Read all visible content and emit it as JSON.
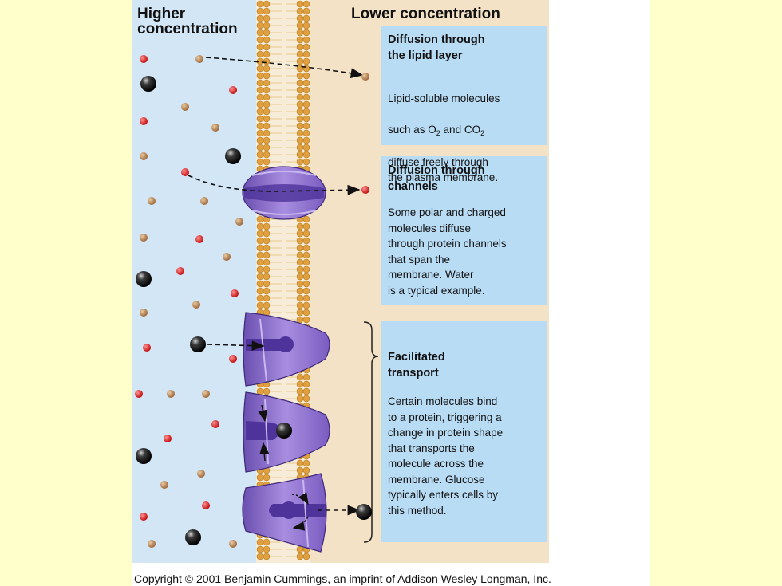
{
  "figure": {
    "left_header": "Higher\nconcentration",
    "right_header": "Lower concentration",
    "box1": {
      "title": "Diffusion through\nthe lipid layer",
      "body_line1": "Lipid-soluble molecules",
      "body_line2_pre": "such as O",
      "body_line2_sub1": "2",
      "body_line2_mid": " and CO",
      "body_line2_sub2": "2",
      "body_line3": "diffuse freely through\nthe plasma membrane."
    },
    "box2": {
      "title": "Diffusion through\nchannels",
      "body": "Some polar and charged\nmolecules diffuse\nthrough protein channels\nthat span the\nmembrane. Water\nis a typical example."
    },
    "box3": {
      "title": "Facilitated\ntransport",
      "body": "Certain molecules bind\nto a protein, triggering a\nchange in protein shape\nthat transports the\nmolecule across the\nmembrane. Glucose\ntypically enters cells by\nthis method."
    },
    "copyright": "Copyright © 2001 Benjamin Cummings, an imprint of Addison Wesley Longman, Inc.",
    "colors": {
      "page_background": "#ffffcc",
      "left_region": "#d3e6f5",
      "right_region": "#f3e2c6",
      "text_box": "#b9dcf5",
      "membrane_head": "#e0a040",
      "protein": "#8d6fcb",
      "red_molecule": "#d81e1e",
      "tan_molecule": "#b9855a",
      "black_molecule": "#151515"
    }
  }
}
